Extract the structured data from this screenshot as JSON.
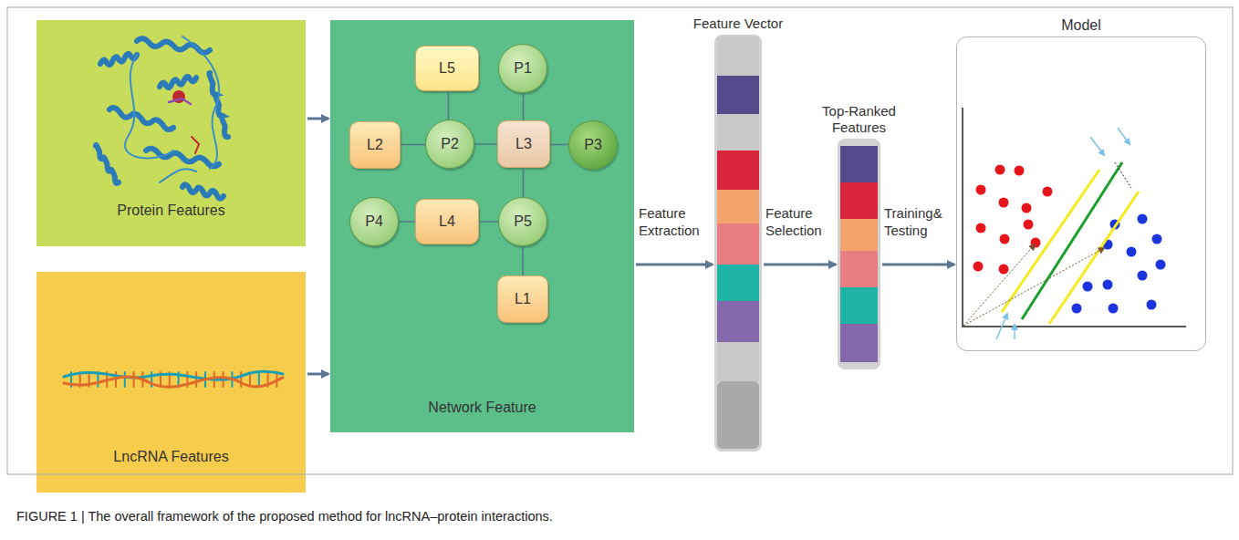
{
  "diagram": {
    "caption": "FIGURE 1 | The overall framework of the proposed method for lncRNA–protein interactions.",
    "nodes": [
      {
        "text": [
          "Protein Features"
        ]
      },
      {
        "text": [
          "LncRNA Features"
        ]
      },
      {
        "text": [
          "Network Feature"
        ]
      },
      {
        "text": [
          "L5"
        ],
        "in": 2
      },
      {
        "text": [
          "P1"
        ],
        "in": 2
      },
      {
        "text": [
          "L2"
        ],
        "in": 2
      },
      {
        "text": [
          "P2"
        ],
        "in": 2
      },
      {
        "text": [
          "L3"
        ],
        "in": 2
      },
      {
        "text": [
          "P3"
        ],
        "in": 2
      },
      {
        "text": [
          "P4"
        ],
        "in": 2
      },
      {
        "text": [
          "L4"
        ],
        "in": 2
      },
      {
        "text": [
          "P5"
        ],
        "in": 2
      },
      {
        "text": [
          "L1"
        ],
        "in": 2
      },
      {
        "text": [
          "Feature Vector"
        ]
      },
      {
        "text": [
          "Top-Ranked Features"
        ]
      },
      {
        "text": [
          "Model"
        ]
      }
    ],
    "edges": [
      {
        "from": 0,
        "to": 2,
        "arrow": "to"
      },
      {
        "from": 1,
        "to": 2,
        "arrow": "to"
      },
      {
        "from": 2,
        "to": 13,
        "label": "Feature Extraction",
        "arrow": "to"
      },
      {
        "from": 13,
        "to": 14,
        "label": "Feature Selection",
        "arrow": "to"
      },
      {
        "from": 14,
        "to": 15,
        "label": "Training& Testing",
        "arrow": "to"
      },
      {
        "from": 3,
        "to": 6,
        "arrow": "none"
      },
      {
        "from": 4,
        "to": 7,
        "arrow": "none"
      },
      {
        "from": 5,
        "to": 6,
        "arrow": "none"
      },
      {
        "from": 6,
        "to": 7,
        "arrow": "none"
      },
      {
        "from": 7,
        "to": 8,
        "arrow": "none"
      },
      {
        "from": 7,
        "to": 11,
        "arrow": "none"
      },
      {
        "from": 9,
        "to": 10,
        "arrow": "none"
      },
      {
        "from": 10,
        "to": 11,
        "arrow": "none"
      },
      {
        "from": 11,
        "to": 12,
        "arrow": "none"
      }
    ]
  }
}
